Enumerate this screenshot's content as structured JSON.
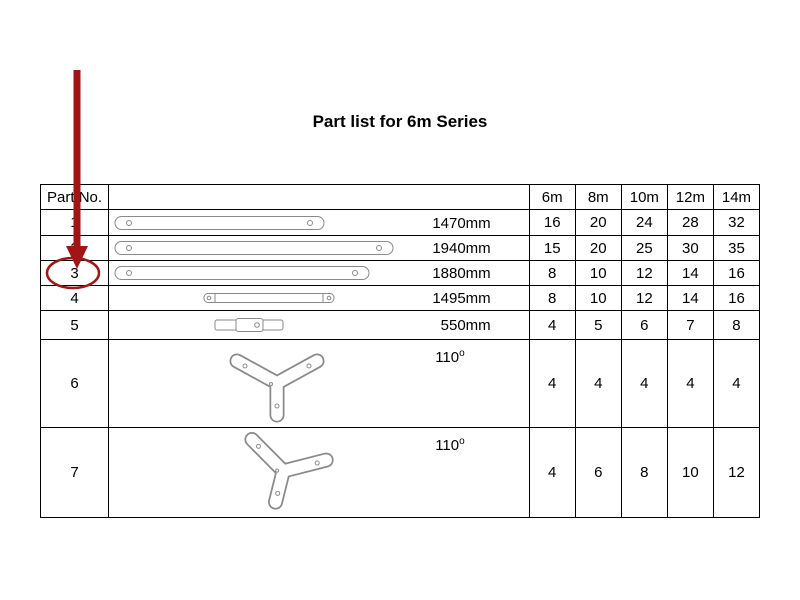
{
  "title": "Part list for 6m Series",
  "table": {
    "part_no_label": "Part No.",
    "size_columns": [
      "6m",
      "8m",
      "10m",
      "12m",
      "14m"
    ],
    "rows": [
      {
        "part": "1",
        "spec": "1470mm",
        "values": [
          16,
          20,
          24,
          28,
          32
        ]
      },
      {
        "part": "2",
        "spec": "1940mm",
        "values": [
          15,
          20,
          25,
          30,
          35
        ]
      },
      {
        "part": "3",
        "spec": "1880mm",
        "values": [
          8,
          10,
          12,
          14,
          16
        ],
        "highlighted": true
      },
      {
        "part": "4",
        "spec": "1495mm",
        "values": [
          8,
          10,
          12,
          14,
          16
        ]
      },
      {
        "part": "5",
        "spec": "550mm",
        "values": [
          4,
          5,
          6,
          7,
          8
        ]
      },
      {
        "part": "6",
        "spec": "110",
        "sup": "o",
        "values": [
          4,
          4,
          4,
          4,
          4
        ]
      },
      {
        "part": "7",
        "spec": "110",
        "sup": "o",
        "values": [
          4,
          6,
          8,
          10,
          12
        ]
      }
    ]
  },
  "annotation": {
    "color": "#a31515",
    "target_part": "3"
  },
  "drawing_stroke_color": "#8a8a8a"
}
